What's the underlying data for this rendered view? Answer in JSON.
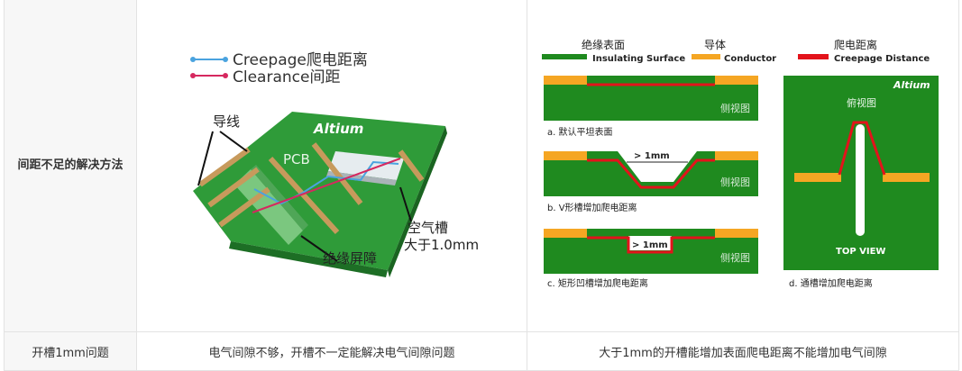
{
  "row1": {
    "header": "间距不足的解决方法",
    "left_figure": {
      "legend_creepage": "Creepage爬电距离",
      "legend_clearance": "Clearance间距",
      "label_wires": "导线",
      "logo": "Altium",
      "label_pcb": "PCB",
      "label_slot_line1": "空气槽",
      "label_slot_line2": "大于1.0mm",
      "label_barrier": "绝缘屏障"
    },
    "right_figure": {
      "legend_insulating_cn": "绝缘表面",
      "legend_insulating_en": "Insulating Surface",
      "legend_conductor_cn": "导体",
      "legend_conductor_en": "Conductor",
      "legend_creepage_cn": "爬电距离",
      "legend_creepage_en": "Creepage Distance",
      "side_view": "侧视图",
      "caption_a": "a.  默认平坦表面",
      "caption_b": "b.  V形槽增加爬电距离",
      "caption_c": "c.  矩形凹槽增加爬电距离",
      "caption_d": "d.  通槽增加爬电距离",
      "slot_label_b": "> 1mm",
      "slot_label_c": "> 1mm",
      "logo": "Altium",
      "top_view_cn": "俯视图",
      "top_view_en": "TOP VIEW"
    }
  },
  "row2": {
    "header": "开槽1mm问题",
    "middle": "电气间隙不够，开槽不一定能解决电气间隙问题",
    "right": "大于1mm的开槽能增加表面爬电距离不能增加电气间隙"
  },
  "colors": {
    "green": "#1f8a1f",
    "orange": "#f5a623",
    "red": "#e3131b",
    "blue": "#4aa3df",
    "crimson": "#d6285f"
  }
}
